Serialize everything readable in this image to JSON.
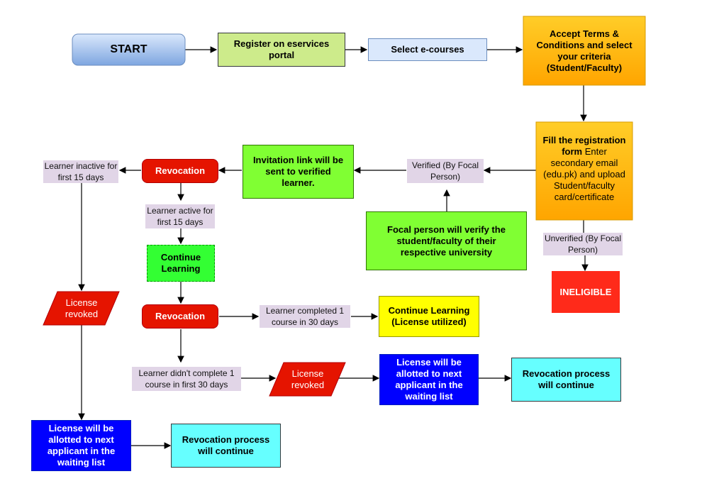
{
  "nodes": {
    "start": "START",
    "register": "Register on eservices portal",
    "select_courses": "Select e-courses",
    "accept_terms": "Accept Terms & Conditions and select your criteria (Student/Faculty)",
    "fill_form_bold": "Fill the registration form",
    "fill_form_rest": " Enter secondary email (edu.pk) and upload Student/faculty card/certificate",
    "focal_person": "Focal person will verify the student/faculty of their respective university",
    "invitation": "Invitation link will be sent to verified learner.",
    "revocation_1": "Revocation",
    "continue_learning_1": "Continue Learning",
    "revocation_2": "Revocation",
    "continue_learning_2": "Continue Learning (License utilized)",
    "license_revoked_left": "License revoked",
    "license_revoked_mid": "License revoked",
    "allotted_left": "License will be allotted to next applicant in the waiting list",
    "allotted_mid": "License will be allotted to next applicant in the waiting list",
    "revocation_process_left": "Revocation process will continue",
    "revocation_process_right": "Revocation process will continue",
    "ineligible": "INELIGIBLE"
  },
  "labels": {
    "verified": "Verified (By Focal Person)",
    "unverified": "Unverified (By Focal Person)",
    "inactive_15": "Learner inactive for first 15 days",
    "active_15": "Learner active for first 15 days",
    "completed_1": "Learner completed 1 course in 30 days",
    "not_completed": "Learner didn't complete 1 course in first 30 days"
  },
  "colors": {
    "start": "#7ea6e0",
    "register": "#cdeb8b",
    "select_courses": "#dae8fc",
    "orange": "#ffb30f",
    "green": "#80ff33",
    "bright_green": "#33ff33",
    "red": "#e51400",
    "yellow": "#ffff00",
    "blue": "#0000ff",
    "cyan": "#66ffff",
    "label_bg": "#e1d5e7"
  }
}
